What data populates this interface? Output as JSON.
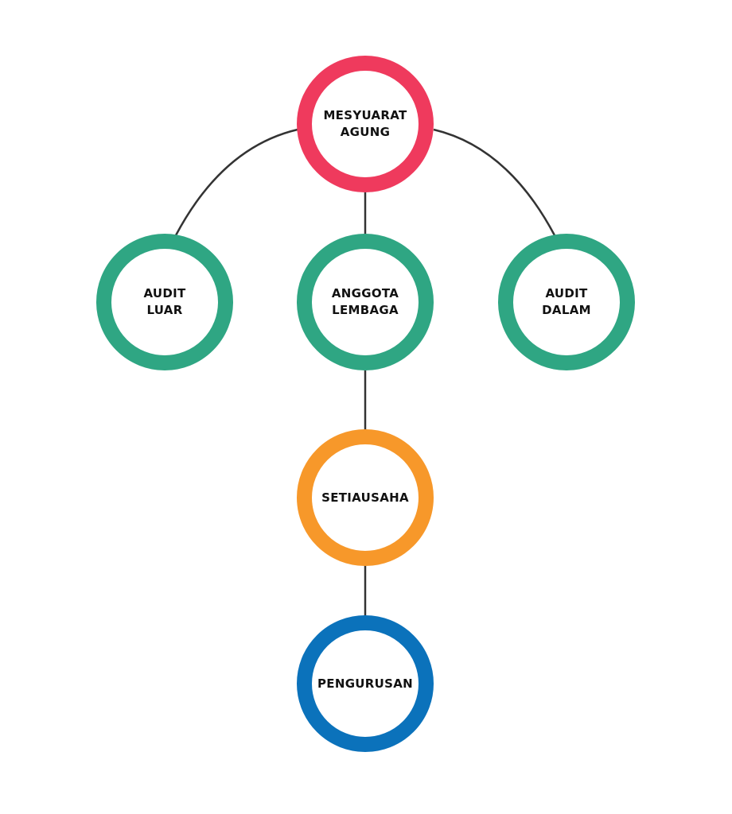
{
  "nodes": {
    "mesyuarat": {
      "line1": "MESYUARAT",
      "line2": "AGUNG",
      "color": "#EF3A5D"
    },
    "audit_luar": {
      "line1": "AUDIT",
      "line2": "LUAR",
      "color": "#2FA683"
    },
    "anggota": {
      "line1": "ANGGOTA",
      "line2": "LEMBAGA",
      "color": "#2FA683"
    },
    "audit_dalam": {
      "line1": "AUDIT",
      "line2": "DALAM",
      "color": "#2FA683"
    },
    "setiausaha": {
      "line1": "SETIAUSAHA",
      "color": "#F7982A"
    },
    "pengurusan": {
      "line1": "PENGURUSAN",
      "color": "#0B72BB"
    }
  }
}
